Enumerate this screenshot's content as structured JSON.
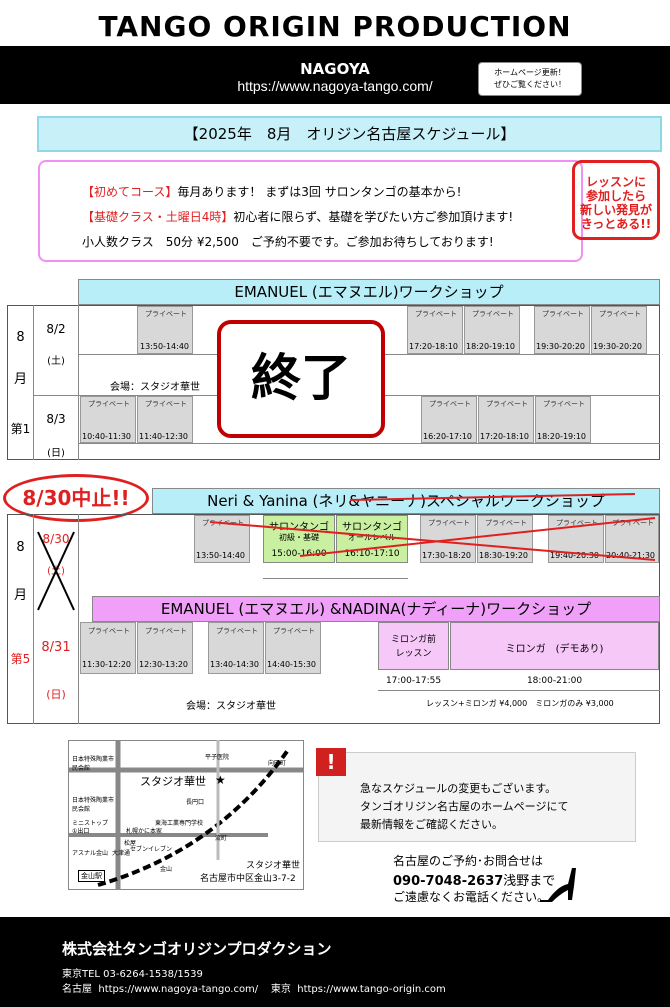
{
  "header": {
    "title": "TANGO ORIGIN PRODUCTION",
    "city": "NAGOYA",
    "url": "https://www.nagoya-tango.com/",
    "notice_line1": "ホームページ更新！",
    "notice_line2": "ぜひご覧ください！"
  },
  "schedule_title": "【2025年　8月　オリジン名古屋スケジュール】",
  "intro": {
    "line1_red": "【初めてコース】",
    "line1": "毎月あります！ まずは3回 サロンタンゴの基本から!",
    "line2_red": "【基礎クラス・土曜日4時】",
    "line2": "初心者に限らず、基礎を学びたい方ご参加頂けます!",
    "line3": "小人数クラス　50分 ¥2,500　ご予約不要です。ご参加お待ちしております!"
  },
  "lesson_box": [
    "レッスンに",
    "参加したら",
    "新しい発見が",
    "きっとある!!"
  ],
  "week1": {
    "title": "EMANUEL (エマヌエル)ワークショップ",
    "month_label": [
      "8",
      "月"
    ],
    "week_label": "第1",
    "day1": {
      "date": "8/2",
      "dow": "(土)"
    },
    "day2": {
      "date": "8/3",
      "dow": "(日)"
    },
    "venue": "会場：スタジオ華世",
    "private_label": "プライベート",
    "day1_slots": [
      "13:50-14:40",
      "17:20-18:10",
      "18:20-19:10",
      "19:30-20:20",
      "19:30-20:20"
    ],
    "day2_slots": [
      "10:40-11:30",
      "11:40-12:30",
      "16:20-17:10",
      "17:20-18:10",
      "18:20-19:10"
    ],
    "ended": "終了"
  },
  "week5": {
    "cancel": "8/30中止!!",
    "title_neri": "Neri & Yanina (ネリ&ヤニーナ)スペシャルワークショップ",
    "month_label": [
      "8",
      "月"
    ],
    "week_label": "第5",
    "day30": {
      "date": "8/30",
      "dow": "(土)"
    },
    "day30_slots": [
      "13:50-14:40",
      "17:30-18:20",
      "18:30-19:20",
      "19:40-20:30",
      "20:40-21:30"
    ],
    "salon1": {
      "name": "サロンタンゴ",
      "level": "初級・基礎",
      "time": "15:00-16:00"
    },
    "salon2": {
      "name": "サロンタンゴ",
      "level": "オールレベル",
      "time": "16:10-17:10"
    },
    "title_emanuel": "EMANUEL (エマヌエル) &NADINA(ナディーナ)ワークショップ",
    "day31": {
      "date": "8/31",
      "dow": "(日)"
    },
    "day31_slots": [
      "11:30-12:20",
      "12:30-13:20",
      "13:40-14:30",
      "14:40-15:30"
    ],
    "milonga_lesson": {
      "name1": "ミロンガ前",
      "name2": "レッスン",
      "time": "17:00-17:55"
    },
    "milonga": {
      "name": "ミロンガ　(デモあり)",
      "time": "18:00-21:00"
    },
    "venue": "会場：スタジオ華世",
    "prices": "レッスン+ミロンガ ¥4,000　ミロンガのみ ¥3,000"
  },
  "map": {
    "studio": "スタジオ華世",
    "address_name": "スタジオ華世",
    "address": "名古屋市中区金山3-7-2",
    "labels": [
      "日本特殊陶業市民会館",
      "日本特殊陶業市民会館",
      "ミニストップ",
      "①出口",
      "アスナル金山",
      "金山駅",
      "札幌かに本家",
      "セブンイレブン",
      "松屋",
      "大津通",
      "東海工業専門学校",
      "平子医院",
      "長円口",
      "向田町",
      "流町",
      "金山"
    ]
  },
  "alert": {
    "line1": "急なスケジュールの変更もございます。",
    "line2": "タンゴオリジン名古屋のホームページにて",
    "line3": "最新情報をご確認ください。"
  },
  "contact": {
    "line1": "名古屋のご予約･お問合せは",
    "phone": "090-7048-2637",
    "person": "浅野まで",
    "line3": "ご遠慮なくお電話ください。"
  },
  "footer": {
    "company": "株式会社タンゴオリジンプロダクション",
    "tel": "東京TEL 03-6264-1538/1539",
    "nagoya_label": "名古屋",
    "nagoya_url": "https://www.nagoya-tango.com/",
    "tokyo_label": "東京",
    "tokyo_url": "https://www.tango-origin.com"
  },
  "colors": {
    "red": "#e02020",
    "cyan": "#b8eef8",
    "pink": "#f0a0f8",
    "green": "#c8f0a0"
  }
}
